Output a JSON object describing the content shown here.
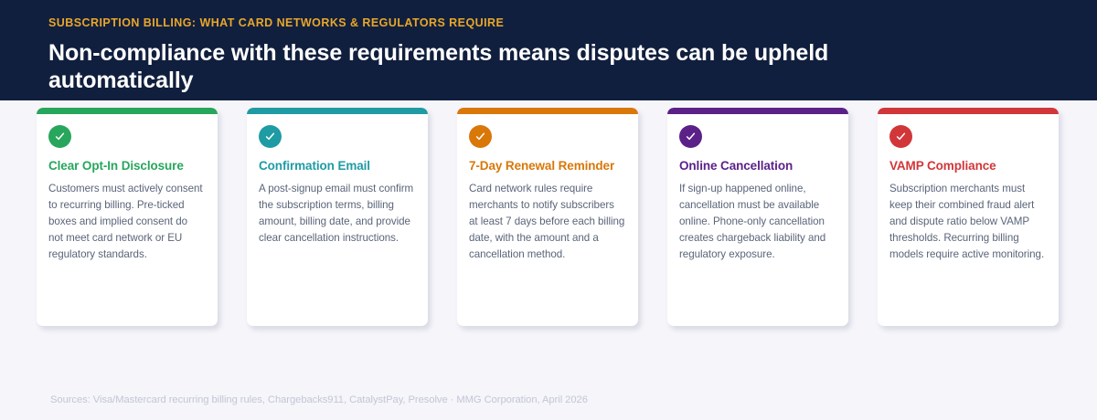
{
  "header": {
    "eyebrow": "SUBSCRIPTION BILLING: WHAT CARD NETWORKS & REGULATORS REQUIRE",
    "headline": "Non-compliance with these requirements means disputes can be upheld automatically",
    "background_color": "#111f3e",
    "eyebrow_color": "#e8a72a",
    "headline_color": "#ffffff"
  },
  "cards": [
    {
      "icon": "check-circle-icon",
      "title": "Clear Opt-In Disclosure",
      "body": "Customers must actively consent to recurring billing. Pre-ticked boxes and implied consent do not meet card network or EU regulatory standards.",
      "accent_color": "#27a65c"
    },
    {
      "icon": "check-circle-icon",
      "title": "Confirmation Email",
      "body": "A post-signup email must confirm the subscription terms, billing amount, billing date, and provide clear cancellation instructions.",
      "accent_color": "#1f9ba4"
    },
    {
      "icon": "check-circle-icon",
      "title": "7-Day Renewal Reminder",
      "body": "Card network rules require merchants to notify subscribers at least 7 days before each billing date, with the amount and a cancellation method.",
      "accent_color": "#d97708"
    },
    {
      "icon": "check-circle-icon",
      "title": "Online Cancellation",
      "body": "If sign-up happened online, cancellation must be available online. Phone-only cancellation creates chargeback liability and regulatory exposure.",
      "accent_color": "#5b2189"
    },
    {
      "icon": "check-circle-icon",
      "title": "VAMP Compliance",
      "body": "Subscription merchants must keep their combined fraud alert and dispute ratio below VAMP thresholds. Recurring billing models require active monitoring.",
      "accent_color": "#d13639"
    }
  ],
  "footer": {
    "sources": "Sources: Visa/Mastercard recurring billing rules, Chargebacks911, CatalystPay, Presolve",
    "separator": "·",
    "attribution": "MMG Corporation, April 2026",
    "color": "#c3c6d6"
  },
  "page": {
    "background_color": "#f5f5fa"
  }
}
